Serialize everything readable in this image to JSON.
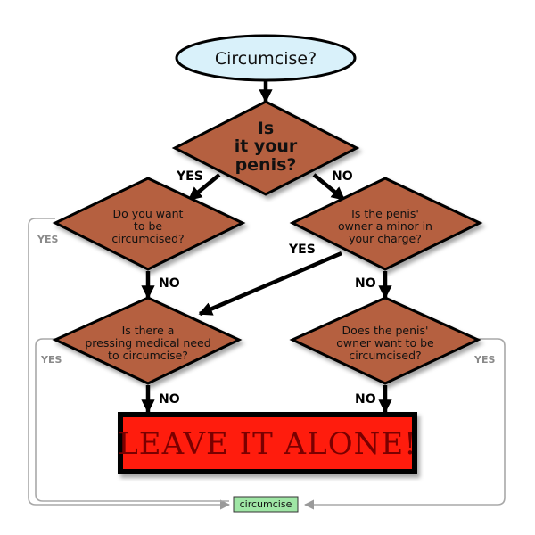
{
  "start": {
    "label": "Circumcise?"
  },
  "decisions": {
    "own_penis": {
      "lines": [
        "Is",
        "it your",
        "penis?"
      ]
    },
    "want_circumcision": {
      "lines": [
        "Do you want",
        "to be",
        "circumcised?"
      ]
    },
    "minor_in_charge": {
      "lines": [
        "Is the penis'",
        "owner a minor in",
        "your charge?"
      ]
    },
    "medical_need": {
      "lines": [
        "Is there a",
        "pressing medical need",
        "to circumcise?"
      ]
    },
    "owner_wants": {
      "lines": [
        "Does the penis'",
        "owner want to be",
        "circumcised?"
      ]
    }
  },
  "labels": {
    "yes_own": "YES",
    "no_own": "NO",
    "no_want": "NO",
    "yes_want": "YES",
    "yes_minor": "YES",
    "no_minor": "NO",
    "no_medical": "NO",
    "yes_medical": "YES",
    "no_owner": "NO",
    "yes_owner": "YES"
  },
  "outcomes": {
    "leave_it_alone": "LEAVE IT ALONE!",
    "circumcise": "circumcise"
  },
  "colors": {
    "diamond_fill": "#b5613f",
    "start_fill": "#d9f1fa",
    "leave_fill": "#ff1a0d",
    "circumcise_fill": "#9fe6a5",
    "gray_line": "#a8a8a8"
  }
}
